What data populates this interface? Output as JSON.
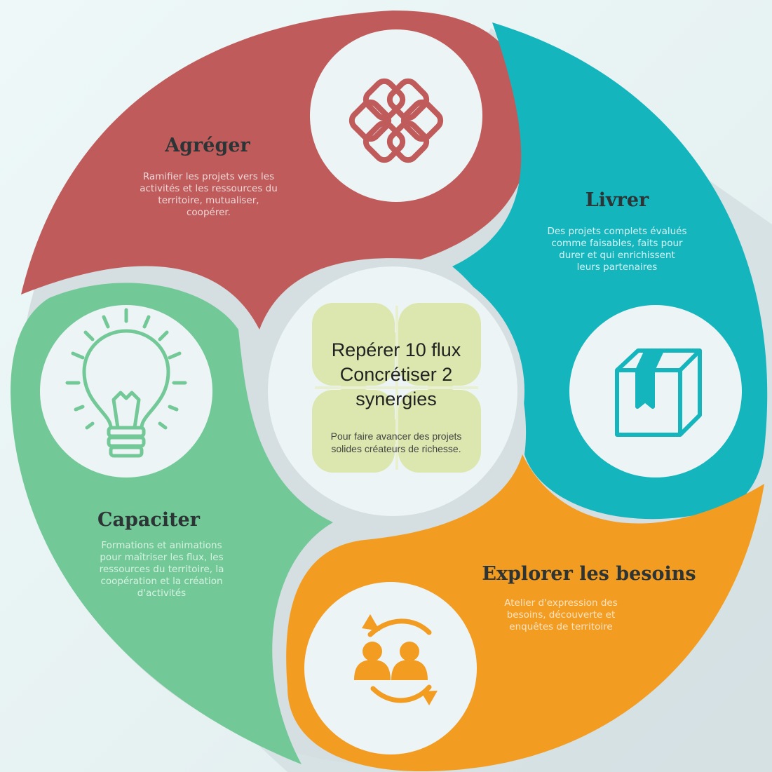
{
  "center": {
    "title_lines": [
      "Repérer 10 flux",
      "Concrétiser 2",
      "synergies"
    ],
    "subtitle_lines": [
      "Pour faire avancer des projets",
      "solides créateurs de richesse."
    ]
  },
  "sections": {
    "agreger": {
      "title": "Agréger",
      "desc_lines": [
        "Ramifier les projets vers les",
        "activités et les ressources du",
        "territoire, mutualiser,",
        "coopérer."
      ],
      "icon": "chain-links-icon",
      "color": "#c05b5b"
    },
    "livrer": {
      "title": "Livrer",
      "desc_lines": [
        "Des projets complets évalués",
        "comme faisables, faits pour",
        "durer et qui enrichissent",
        "leurs partenaires"
      ],
      "icon": "package-box-icon",
      "color": "#14b5bd"
    },
    "explorer": {
      "title": "Explorer les besoins",
      "desc_lines": [
        "Atelier d'expression des",
        "besoins, découverte et",
        "enquêtes de territoire"
      ],
      "icon": "people-exchange-icon",
      "color": "#f29d22"
    },
    "capaciter": {
      "title": "Capaciter",
      "desc_lines": [
        "Formations et animations",
        "pour maîtriser les flux, les",
        "ressources du territoire, la",
        "coopération et la création",
        "d'activités"
      ],
      "icon": "light-bulb-icon",
      "color": "#72c997"
    }
  }
}
